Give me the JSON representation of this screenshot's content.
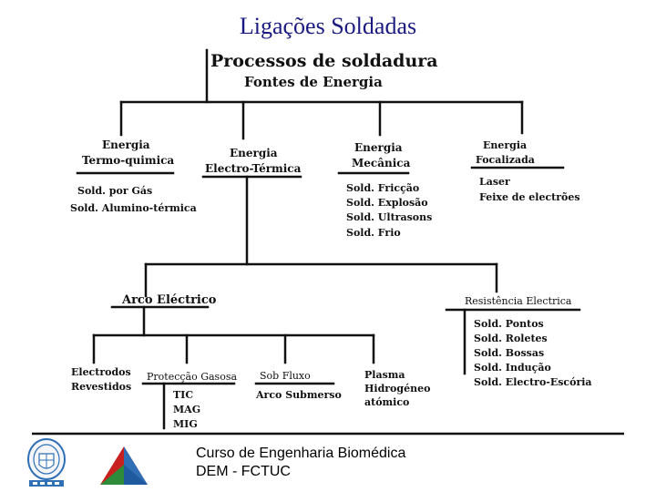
{
  "slide": {
    "title": "Ligações Soldadas"
  },
  "diagram": {
    "title": "Processos de soldadura",
    "subtitle": "Fontes de Energia",
    "sources": {
      "thermochemical": {
        "line1": "Energia",
        "line2": "Termo-quimica",
        "items": [
          "Sold. por Gás",
          "Sold. Alumino-térmica"
        ]
      },
      "electrothermal": {
        "line1": "Energia",
        "line2": "Electro-Térmica"
      },
      "mechanical": {
        "line1": "Energia",
        "line2": "Mecânica",
        "items": [
          "Sold. Fricção",
          "Sold. Explosão",
          "Sold. Ultrasons",
          "Sold. Frio"
        ]
      },
      "focused": {
        "line1": "Energia",
        "line2": "Focalizada",
        "items": [
          "Laser",
          "Feixe de electrões"
        ]
      }
    },
    "electric_arc": {
      "label": "Arco Eléctrico",
      "electrodes": {
        "line1": "Electrodos",
        "line2": "Revestidos"
      },
      "gas_protection": {
        "label": "Protecção Gasosa",
        "items": [
          "TIC",
          "MAG",
          "MIG"
        ]
      },
      "flux": {
        "label": "Sob Fluxo",
        "item": "Arco Submerso"
      },
      "plasma": {
        "line1": "Plasma",
        "line2": "Hidrogéneo",
        "line3": "atómico"
      }
    },
    "resistance": {
      "label": "Resistência Electrica",
      "items": [
        "Sold. Pontos",
        "Sold. Roletes",
        "Sold. Bossas",
        "Sold. Indução",
        "Sold. Electro-Escória"
      ]
    }
  },
  "footer": {
    "line1": "Curso de Engenharia Biomédica",
    "line2": "DEM - FCTUC"
  },
  "colors": {
    "title": "#1a1a80",
    "lines": "#111111",
    "logo_red": "#c8201e",
    "logo_green": "#2e8b3a",
    "logo_blue": "#2f6fb5"
  }
}
